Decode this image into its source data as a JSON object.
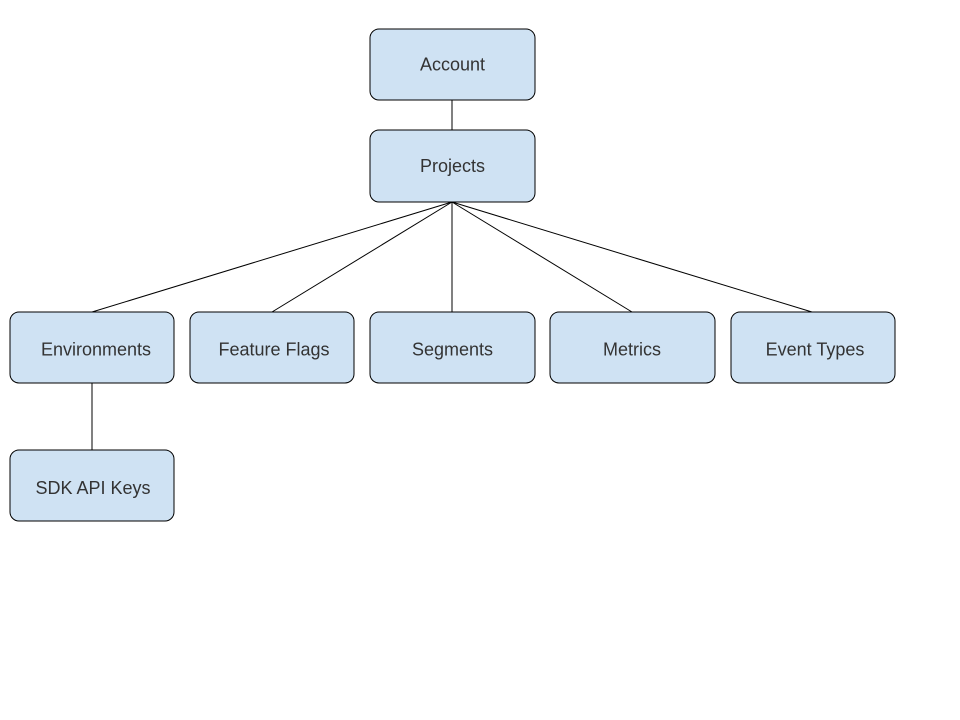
{
  "diagram": {
    "nodes": [
      {
        "id": "account",
        "label": "Account"
      },
      {
        "id": "projects",
        "label": "Projects"
      },
      {
        "id": "environments",
        "label": "Environments"
      },
      {
        "id": "feature-flags",
        "label": "Feature Flags"
      },
      {
        "id": "segments",
        "label": "Segments"
      },
      {
        "id": "metrics",
        "label": "Metrics"
      },
      {
        "id": "event-types",
        "label": "Event Types"
      },
      {
        "id": "sdk-api-keys",
        "label": "SDK API Keys"
      }
    ],
    "edges": [
      {
        "from": "account",
        "to": "projects"
      },
      {
        "from": "projects",
        "to": "environments"
      },
      {
        "from": "projects",
        "to": "feature-flags"
      },
      {
        "from": "projects",
        "to": "segments"
      },
      {
        "from": "projects",
        "to": "metrics"
      },
      {
        "from": "projects",
        "to": "event-types"
      },
      {
        "from": "environments",
        "to": "sdk-api-keys"
      }
    ],
    "colors": {
      "node_fill": "#cfe2f3",
      "node_stroke": "#000000",
      "text": "#333333",
      "edge": "#000000"
    }
  }
}
